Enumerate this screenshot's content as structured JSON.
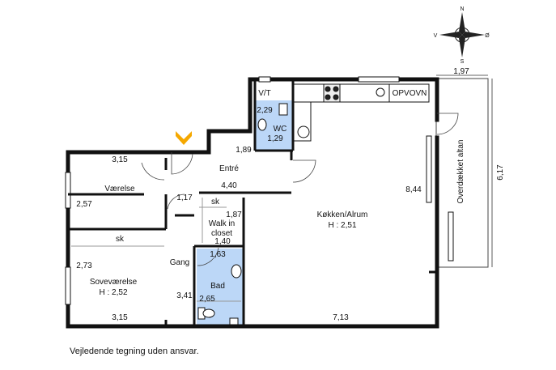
{
  "compass": {
    "n": "N",
    "s": "S",
    "e": "Ø",
    "w": "V"
  },
  "rooms": {
    "entre": "Entré",
    "vaerelse": "Værelse",
    "kokken": "Køkken/Alrum",
    "kokken_h": "H : 2,51",
    "sovevaerelse": "Soveværelse",
    "sovevaerelse_h": "H : 2,52",
    "gang": "Gang",
    "bad": "Bad",
    "wc": "WC",
    "walkin_1": "Walk in",
    "walkin_2": "closet",
    "altan": "Overdækket altan",
    "vt": "V/T",
    "opvovn": "OPVOVN",
    "sk1": "sk",
    "sk2": "sk"
  },
  "dimensions": {
    "d_197": "1,97",
    "d_617": "6,17",
    "d_229": "2,29",
    "d_129": "1,29",
    "d_189": "1,89",
    "d_315_top": "3,15",
    "d_440": "4,40",
    "d_844": "8,44",
    "d_257": "2,57",
    "d_117": "1,17",
    "d_187": "1,87",
    "d_140": "1,40",
    "d_163": "1,63",
    "d_273": "2,73",
    "d_341": "3,41",
    "d_265": "2,65",
    "d_315_bottom": "3,15",
    "d_713": "7,13"
  },
  "colors": {
    "wall": "#111111",
    "wet_room": "#bcd7f7",
    "entrance_marker": "#f5a800",
    "divider": "#999999"
  },
  "footer": "Vejledende tegning uden ansvar."
}
